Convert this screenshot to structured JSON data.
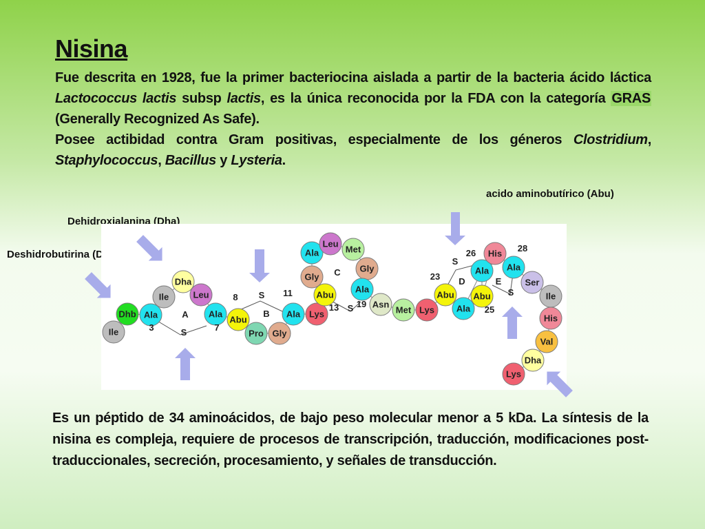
{
  "title": "Nisina",
  "intro": {
    "p1_a": "Fue descrita en 1928, fue la primer bacteriocina aislada a partir de la bacteria ácido láctica ",
    "p1_species1": "Lactococcus lactis",
    "p1_b": " subsp ",
    "p1_species2": "lactis",
    "p1_c": ", es la única reconocida por la FDA con la categoría ",
    "p1_gras": "GRAS",
    "p1_d": " (Generally Recognized As Safe).",
    "p2_a": "Posee actibidad contra Gram positivas, especialmente de los géneros ",
    "p2_g1": "Clostridium",
    "p2_sep1": ", ",
    "p2_g2": "Staphylococcus",
    "p2_sep2": ", ",
    "p2_g3": "Bacillus",
    "p2_sep3": " y ",
    "p2_g4": "Lysteria",
    "p2_end": "."
  },
  "labels": {
    "abu": "acido aminobutírico (Abu)",
    "dha": "Dehidroxialanina (Dha)",
    "dhb": "Deshidrobutirina (Dhb)"
  },
  "diagram": {
    "residues": [
      {
        "id": "r1",
        "label": "Ile",
        "color": "#bdbdbd"
      },
      {
        "id": "r2",
        "label": "Dhb",
        "color": "#22dd22"
      },
      {
        "id": "r3",
        "label": "Ala",
        "color": "#22e2ee"
      },
      {
        "id": "r4",
        "label": "Ile",
        "color": "#bdbdbd"
      },
      {
        "id": "r5",
        "label": "Dha",
        "color": "#ffffa0"
      },
      {
        "id": "r6",
        "label": "Leu",
        "color": "#cc77cc"
      },
      {
        "id": "r7",
        "label": "Ala",
        "color": "#22e2ee"
      },
      {
        "id": "r8",
        "label": "Abu",
        "color": "#f4f40a"
      },
      {
        "id": "r9",
        "label": "Pro",
        "color": "#7fd7b2"
      },
      {
        "id": "r10",
        "label": "Gly",
        "color": "#e0ab8e"
      },
      {
        "id": "r11",
        "label": "Ala",
        "color": "#22e2ee"
      },
      {
        "id": "r12",
        "label": "Lys",
        "color": "#f06070"
      },
      {
        "id": "r13",
        "label": "Abu",
        "color": "#f4f40a"
      },
      {
        "id": "r14",
        "label": "Gly",
        "color": "#e0ab8e"
      },
      {
        "id": "r15",
        "label": "Ala",
        "color": "#22e2ee"
      },
      {
        "id": "r16",
        "label": "Leu",
        "color": "#cc77cc"
      },
      {
        "id": "r17",
        "label": "Met",
        "color": "#b8f0a0"
      },
      {
        "id": "r18",
        "label": "Gly",
        "color": "#e0ab8e"
      },
      {
        "id": "r19",
        "label": "Ala",
        "color": "#22e2ee"
      },
      {
        "id": "r20",
        "label": "Asn",
        "color": "#dfe8c8"
      },
      {
        "id": "r21",
        "label": "Met",
        "color": "#b8f0a0"
      },
      {
        "id": "r22",
        "label": "Lys",
        "color": "#f06070"
      },
      {
        "id": "r23",
        "label": "Abu",
        "color": "#f4f40a"
      },
      {
        "id": "r24",
        "label": "Ala",
        "color": "#22e2ee"
      },
      {
        "id": "r25",
        "label": "Ala",
        "color": "#22e2ee"
      },
      {
        "id": "r26",
        "label": "Abu",
        "color": "#f4f40a"
      },
      {
        "id": "r27",
        "label": "His",
        "color": "#f08898"
      },
      {
        "id": "r28",
        "label": "Ala",
        "color": "#22e2ee"
      },
      {
        "id": "r29",
        "label": "Ser",
        "color": "#cac0e8"
      },
      {
        "id": "r30",
        "label": "Ile",
        "color": "#bdbdbd"
      },
      {
        "id": "r31",
        "label": "His",
        "color": "#f08898"
      },
      {
        "id": "r32",
        "label": "Val",
        "color": "#f8c040"
      },
      {
        "id": "r33",
        "label": "Dha",
        "color": "#ffffa0"
      },
      {
        "id": "r34",
        "label": "Lys",
        "color": "#f06070"
      }
    ],
    "markers": [
      {
        "id": "m-ringA",
        "text": "A"
      },
      {
        "id": "m-ringB",
        "text": "B"
      },
      {
        "id": "m-ringC",
        "text": "C"
      },
      {
        "id": "m-ringD",
        "text": "D"
      },
      {
        "id": "m-ringE",
        "text": "E"
      },
      {
        "id": "m-sA",
        "text": "S"
      },
      {
        "id": "m-sB",
        "text": "S"
      },
      {
        "id": "m-sC",
        "text": "S"
      },
      {
        "id": "m-sD",
        "text": "S"
      },
      {
        "id": "m-sE",
        "text": "S"
      },
      {
        "id": "m-3",
        "text": "3"
      },
      {
        "id": "m-7",
        "text": "7"
      },
      {
        "id": "m-8",
        "text": "8"
      },
      {
        "id": "m-11",
        "text": "11"
      },
      {
        "id": "m-13",
        "text": "13"
      },
      {
        "id": "m-19",
        "text": "19"
      },
      {
        "id": "m-23",
        "text": "23"
      },
      {
        "id": "m-25",
        "text": "25"
      },
      {
        "id": "m-26",
        "text": "26"
      },
      {
        "id": "m-28",
        "text": "28"
      }
    ]
  },
  "outro": "Es un péptido de 34 aminoácidos, de bajo peso molecular menor a 5 kDa. La síntesis de la nisina es compleja, requiere de procesos de transcripción, traducción, modificaciones post-traduccionales, secreción, procesamiento, y señales de transducción."
}
